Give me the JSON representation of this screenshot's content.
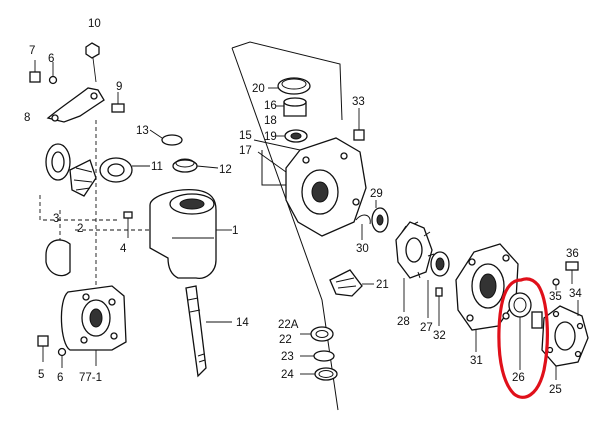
{
  "diagram": {
    "labels": {
      "p10": "10",
      "p7": "7",
      "p6a": "6",
      "p9": "9",
      "p8": "8",
      "p13": "13",
      "p11": "11",
      "p12": "12",
      "p3": "3",
      "p2": "2",
      "p4": "4",
      "p1": "1",
      "p20": "20",
      "p16": "16",
      "p18": "18",
      "p19": "19",
      "p15": "15",
      "p17": "17",
      "p33": "33",
      "p29": "29",
      "p30": "30",
      "p21": "21",
      "p28": "28",
      "p27": "27",
      "p32": "32",
      "p31": "31",
      "p26": "26",
      "p25": "25",
      "p35": "35",
      "p34": "34",
      "p36": "36",
      "p14": "14",
      "p22a": "22A",
      "p22": "22",
      "p23": "23",
      "p24": "24",
      "p5": "5",
      "p6b": "6",
      "p77": "77-1"
    },
    "highlight": {
      "part": "26",
      "color": "#e0101a"
    }
  }
}
